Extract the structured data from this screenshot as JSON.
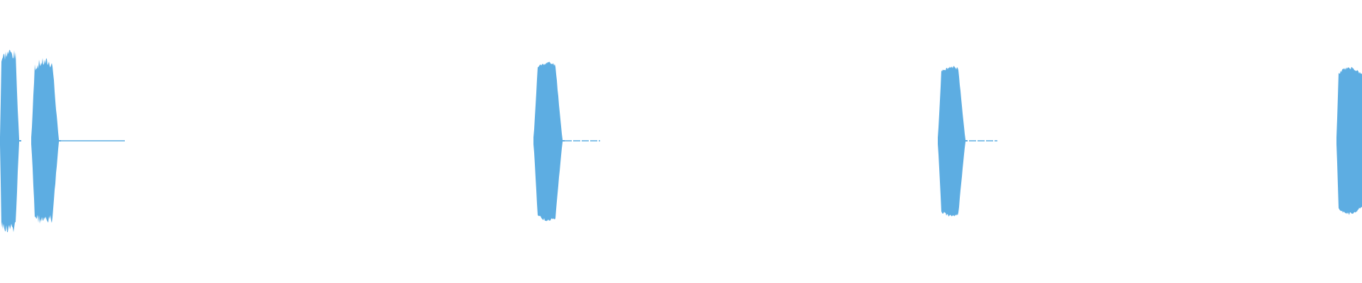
{
  "waveform": {
    "color": "#5dade2",
    "background": "#ffffff",
    "bursts": [
      {
        "name": "burst-1",
        "shape": "ragged",
        "seed": 3
      },
      {
        "name": "burst-2",
        "shape": "ragged",
        "seed": 7
      },
      {
        "name": "burst-3",
        "shape": "smooth",
        "seed": 11
      },
      {
        "name": "burst-4",
        "shape": "smooth",
        "seed": 19
      },
      {
        "name": "burst-5",
        "shape": "cut-right",
        "seed": 23
      }
    ],
    "trails": [
      {
        "name": "trail-1",
        "style": "solid"
      },
      {
        "name": "trail-2",
        "style": "dashed"
      },
      {
        "name": "trail-3",
        "style": "dashed"
      }
    ]
  }
}
